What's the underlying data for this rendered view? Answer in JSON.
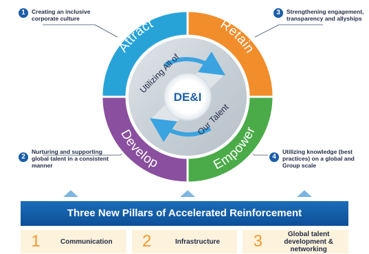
{
  "segments": [
    {
      "label": "Attract",
      "color": "#28a3d8"
    },
    {
      "label": "Retain",
      "color": "#f28d2b"
    },
    {
      "label": "Empower",
      "color": "#4aab48"
    },
    {
      "label": "Develop",
      "color": "#8a4f9e"
    }
  ],
  "inner": {
    "top": "Utilizing All of",
    "bottom": "Our Talent",
    "center": "DE&I"
  },
  "notes": [
    {
      "num": "1",
      "text": "Creating an inclusive corporate culture"
    },
    {
      "num": "2",
      "text": "Nurturing and supporting global talent in a consistent manner"
    },
    {
      "num": "3",
      "text": "Strengthening engagement, transparency and allyships"
    },
    {
      "num": "4",
      "text": "Utilizing knowledge (best practices) on a global and Group scale"
    }
  ],
  "banner": "Three New Pillars of Accelerated Reinforcement",
  "pillars": [
    {
      "num": "1",
      "label": "Communication"
    },
    {
      "num": "2",
      "label": "Infrastructure"
    },
    {
      "num": "3",
      "label": "Global talent development & networking"
    }
  ],
  "colors": {
    "brand_blue": "#1a5ea8",
    "pillar_number": "#f29a2e",
    "pillar_bg": "#fdf3dc"
  }
}
